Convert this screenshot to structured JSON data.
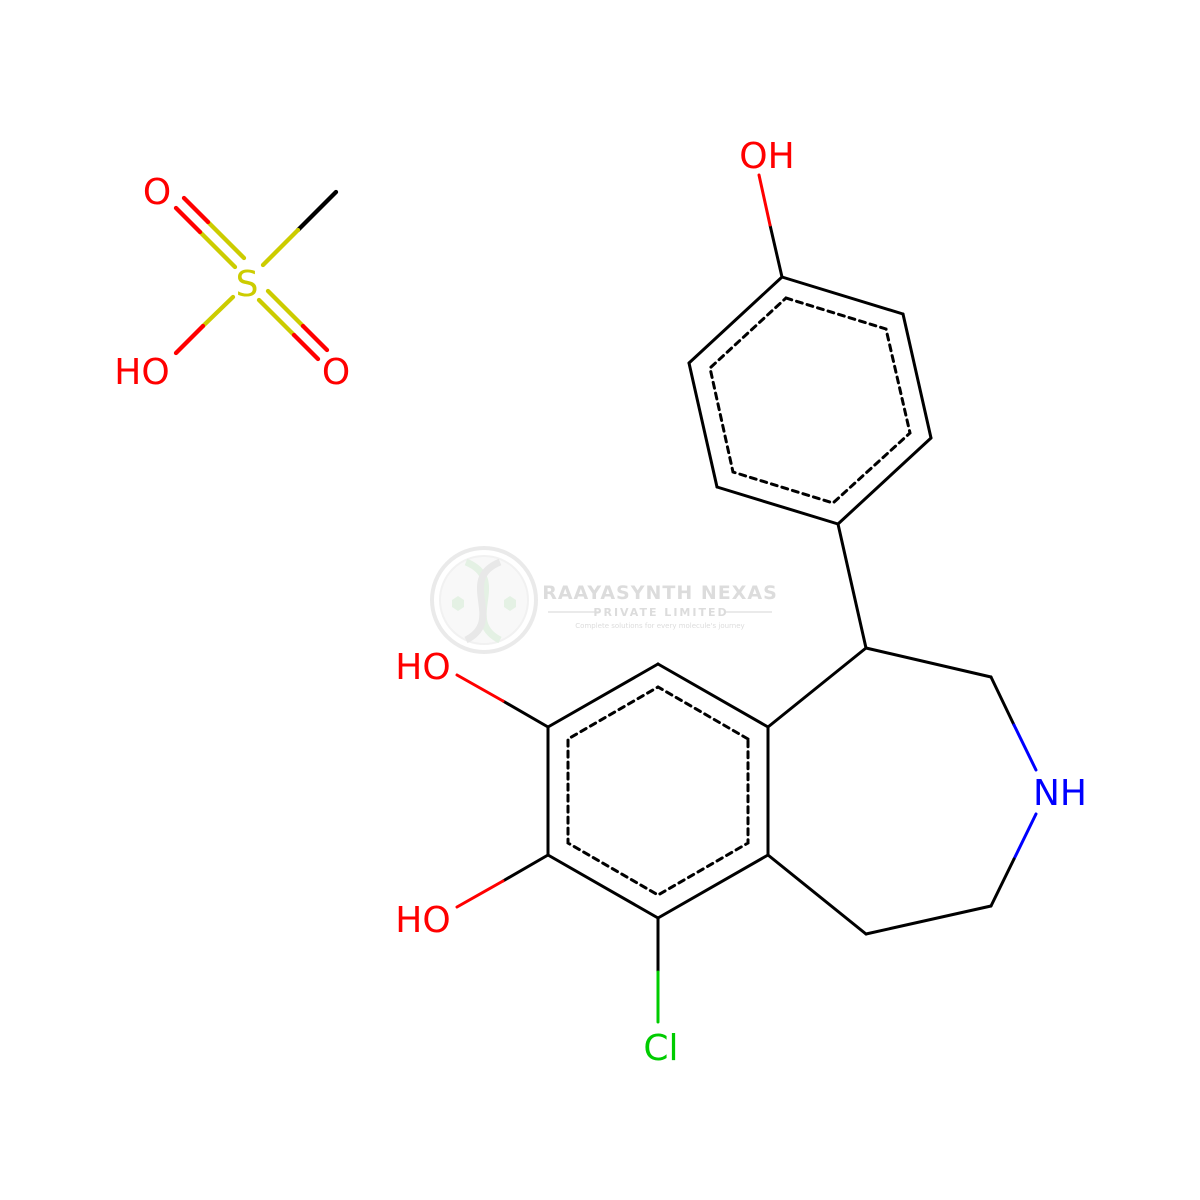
{
  "colors": {
    "bond": "#000000",
    "oxygen": "#ff0000",
    "sulfur": "#cccc00",
    "nitrogen": "#0000ff",
    "chlorine": "#00cc00",
    "watermark": "#dddddd"
  },
  "atoms": {
    "sulfur": "S",
    "sulfonyl_oxygen_top": "O",
    "sulfonyl_oxygen_bottom": "O",
    "sulfonic_hydroxyl": "HO",
    "phenol_hydroxyl": "OH",
    "catechol_hydroxyl_upper": "HO",
    "catechol_hydroxyl_lower": "HO",
    "amine": "NH",
    "chlorine": "Cl"
  },
  "watermark": {
    "title": "RAAYASYNTH NEXAS",
    "subtitle": "PRIVATE LIMITED",
    "tagline": "Complete solutions for every molecule's journey",
    "icon": "dna-helix-logo"
  }
}
